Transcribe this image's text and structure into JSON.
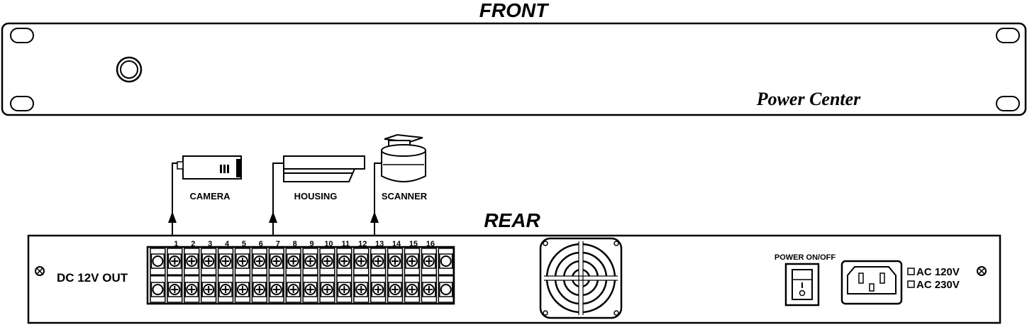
{
  "front": {
    "heading": "FRONT",
    "brand": "Power Center"
  },
  "devices": {
    "camera": "CAMERA",
    "housing": "HOUSING",
    "scanner": "SCANNER"
  },
  "rear": {
    "heading": "REAR",
    "dc_label": "DC 12V OUT",
    "terminal_numbers": [
      "1",
      "2",
      "3",
      "4",
      "5",
      "6",
      "7",
      "8",
      "9",
      "10",
      "11",
      "12",
      "13",
      "14",
      "15",
      "16"
    ],
    "power_switch_label": "POWER  ON/OFF",
    "voltage_options": [
      "AC 120V",
      "AC 230V"
    ]
  }
}
